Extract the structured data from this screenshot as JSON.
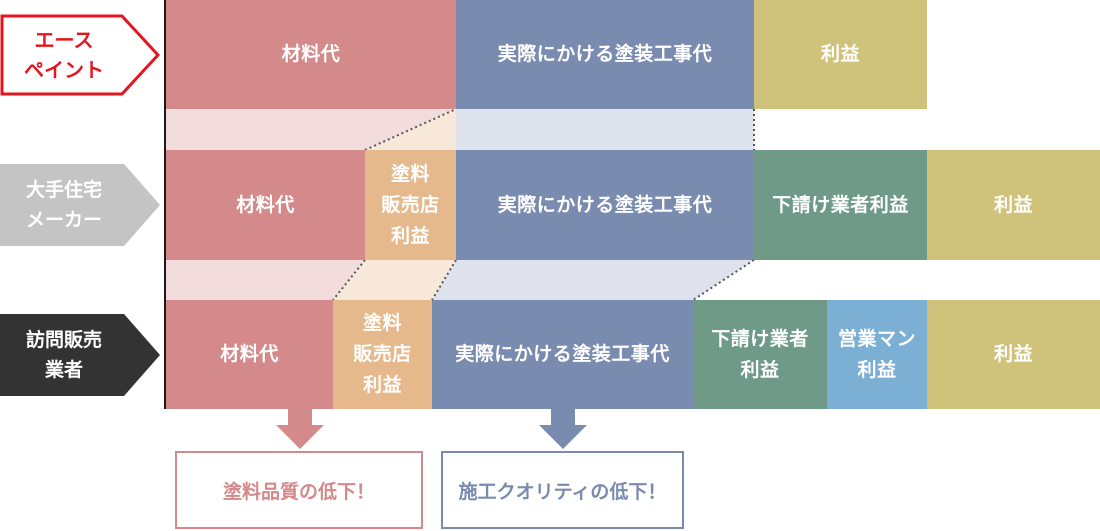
{
  "companies": [
    {
      "name": "エース\nペイント"
    },
    {
      "name": "大手住宅\nメーカー"
    },
    {
      "name": "訪問販売\n業者"
    }
  ],
  "rows": [
    {
      "segments": [
        {
          "label": "材料代"
        },
        {
          "label": "実際にかける塗装工事代"
        },
        {
          "label": "利益"
        }
      ]
    },
    {
      "segments": [
        {
          "label": "材料代"
        },
        {
          "label": "塗料\n販売店\n利益"
        },
        {
          "label": "実際にかける塗装工事代"
        },
        {
          "label": "下請け業者利益"
        },
        {
          "label": "利益"
        }
      ]
    },
    {
      "segments": [
        {
          "label": "材料代"
        },
        {
          "label": "塗料\n販売店\n利益"
        },
        {
          "label": "実際にかける塗装工事代"
        },
        {
          "label": "下請け業者\n利益"
        },
        {
          "label": "営業マン\n利益"
        },
        {
          "label": "利益"
        }
      ]
    }
  ],
  "results": [
    {
      "text": "塗料品質の低下！"
    },
    {
      "text": "施工クオリティの低下！"
    }
  ],
  "colors": {
    "material": "#d4898a",
    "dealer": "#e6b98d",
    "construction": "#7a8bb0",
    "subcontractor": "#6e9a87",
    "sales": "#7bafd4",
    "profit": "#cfc27a",
    "ace_red": "#e5151f",
    "label_gray": "#c4c4c4",
    "label_dark": "#333333"
  }
}
